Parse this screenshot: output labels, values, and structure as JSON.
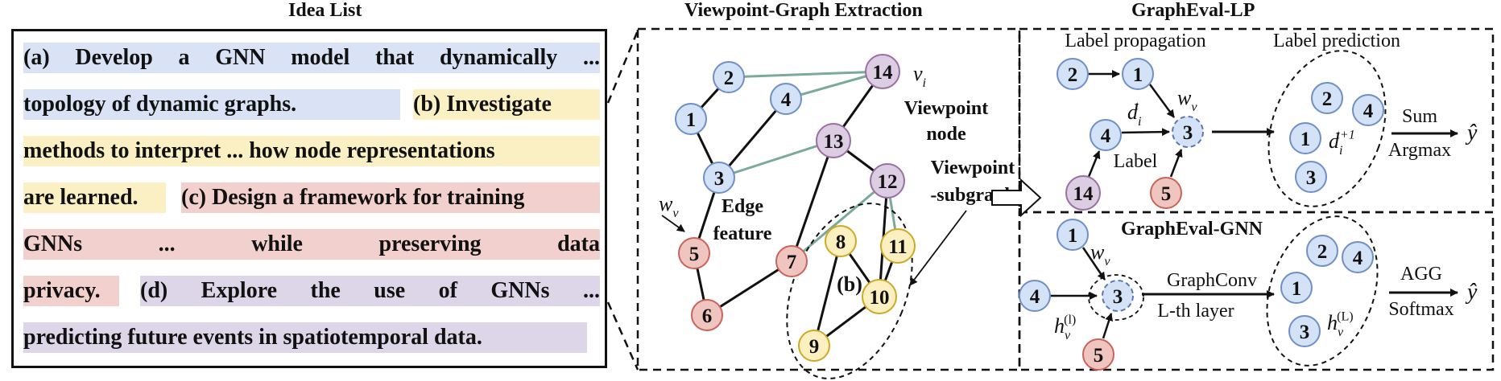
{
  "headers": {
    "idea_list": "Idea List",
    "extraction": "Viewpoint-Graph Extraction",
    "lp": "GraphEval-LP",
    "gnn": "GraphEval-GNN"
  },
  "idea_lines": [
    [
      {
        "t": "(a) Develop a GNN model that dynamically ...",
        "c": "blue",
        "j": true
      }
    ],
    [
      {
        "t": "topology of dynamic graphs.",
        "c": "blue"
      },
      {
        "t": "(b) Investigate",
        "c": "yellow"
      }
    ],
    [
      {
        "t": "methods to interpret ... how node representations",
        "c": "yellow"
      }
    ],
    [
      {
        "t": "are learned.",
        "c": "yellow"
      },
      {
        "t": "(c) Design a framework for training",
        "c": "red"
      }
    ],
    [
      {
        "t": "GNNs ... while preserving data",
        "c": "red",
        "j": true
      }
    ],
    [
      {
        "t": "privacy.",
        "c": "red"
      },
      {
        "t": "(d) Explore the use of GNNs ...",
        "c": "purple",
        "j": true
      }
    ],
    [
      {
        "t": "predicting future events in spatiotemporal data.",
        "c": "purple"
      }
    ]
  ],
  "extraction": {
    "nodes": [
      {
        "label": "2",
        "color": "blue"
      },
      {
        "label": "1",
        "color": "blue"
      },
      {
        "label": "3",
        "color": "blue"
      },
      {
        "label": "4",
        "color": "blue"
      },
      {
        "label": "14",
        "color": "purple"
      },
      {
        "label": "13",
        "color": "purple"
      },
      {
        "label": "12",
        "color": "purple"
      },
      {
        "label": "5",
        "color": "red"
      },
      {
        "label": "6",
        "color": "red"
      },
      {
        "label": "7",
        "color": "red"
      },
      {
        "label": "8",
        "color": "yellow"
      },
      {
        "label": "11",
        "color": "yellow"
      },
      {
        "label": "10",
        "color": "yellow"
      },
      {
        "label": "9",
        "color": "yellow"
      }
    ],
    "vi_label": "v",
    "vi_sub": "i",
    "viewpoint_node": [
      "Viewpoint",
      "node"
    ],
    "viewpoint_subgraph": [
      "Viewpoint",
      "-subgraph"
    ],
    "edge_feature": [
      "Edge",
      "feature"
    ],
    "wv_label": "w",
    "wv_sub": "v",
    "subgraph_label": "(b)"
  },
  "lp": {
    "label_propagation": "Label propagation",
    "label_prediction": "Label prediction",
    "nodes_left": [
      {
        "label": "2",
        "color": "blue"
      },
      {
        "label": "1",
        "color": "blue"
      },
      {
        "label": "4",
        "color": "blue"
      },
      {
        "label": "3",
        "color": "blue",
        "dashed": true
      },
      {
        "label": "14",
        "color": "purple"
      },
      {
        "label": "5",
        "color": "red"
      }
    ],
    "nodes_right": [
      {
        "label": "2"
      },
      {
        "label": "4"
      },
      {
        "label": "1"
      },
      {
        "label": "3"
      }
    ],
    "dti": "d",
    "dti_sub": "i",
    "dti_sup": "t",
    "wv": "w",
    "wv_sub": "v",
    "label_word": "Label",
    "dti1": "d",
    "dti1_sub": "i",
    "dti1_sup": "t+1",
    "sum": "Sum",
    "argmax": "Argmax",
    "yhat": "ŷ"
  },
  "gnn": {
    "nodes_left": [
      {
        "label": "1",
        "color": "blue"
      },
      {
        "label": "4",
        "color": "blue"
      },
      {
        "label": "3",
        "color": "blue",
        "dashed": true
      },
      {
        "label": "5",
        "color": "red"
      }
    ],
    "nodes_right": [
      {
        "label": "2"
      },
      {
        "label": "4"
      },
      {
        "label": "1"
      },
      {
        "label": "3"
      }
    ],
    "wv": "w",
    "wv_sub": "v",
    "hv": "h",
    "hv_sub": "v",
    "hv_sup": "(l)",
    "graphconv": "GraphConv",
    "layer": "L-th layer",
    "hvL": "h",
    "hvL_sub": "v",
    "hvL_sup": "(L)",
    "agg": "AGG",
    "softmax": "Softmax",
    "yhat": "ŷ"
  },
  "colors": {
    "blue_fill": "#d4e2f7",
    "blue_stroke": "#6f8fc7",
    "purple_fill": "#dccde3",
    "purple_stroke": "#9a6fa3",
    "red_fill": "#f0c5c0",
    "red_stroke": "#c8645a",
    "yellow_fill": "#fcf0c0",
    "yellow_stroke": "#cda928",
    "green_edge": "#7aaa98"
  }
}
